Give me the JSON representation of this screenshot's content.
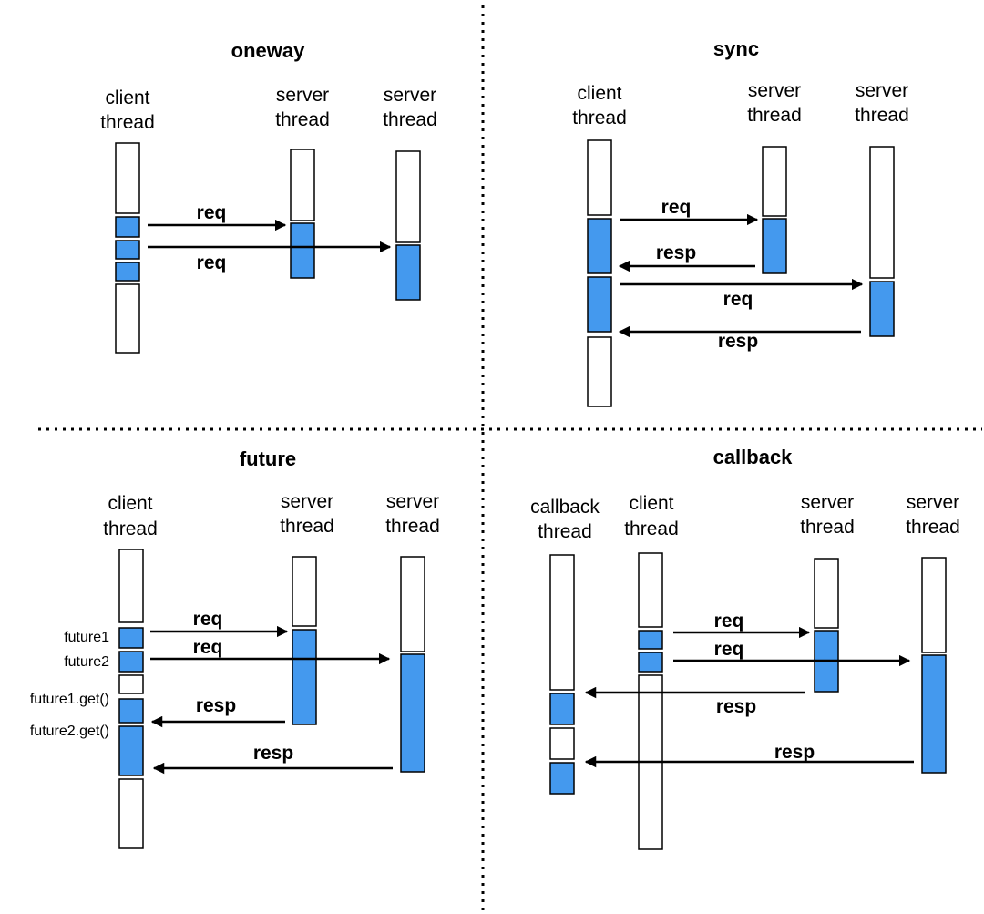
{
  "colors": {
    "active": "#4499ee",
    "idle": "#ffffff",
    "line": "#000000"
  },
  "panels": {
    "oneway": {
      "title": "oneway",
      "client": [
        "client",
        "thread"
      ],
      "server1": [
        "server",
        "thread"
      ],
      "server2": [
        "server",
        "thread"
      ],
      "msg1": "req",
      "msg2": "req"
    },
    "sync": {
      "title": "sync",
      "client": [
        "client",
        "thread"
      ],
      "server1": [
        "server",
        "thread"
      ],
      "server2": [
        "server",
        "thread"
      ],
      "msg1": "req",
      "msg2": "resp",
      "msg3": "req",
      "msg4": "resp"
    },
    "future": {
      "title": "future",
      "client": [
        "client",
        "thread"
      ],
      "server1": [
        "server",
        "thread"
      ],
      "server2": [
        "server",
        "thread"
      ],
      "msg1": "req",
      "msg2": "req",
      "msg3": "resp",
      "msg4": "resp",
      "side1": "future1",
      "side2": "future2",
      "side3": "future1.get()",
      "side4": "future2.get()"
    },
    "callback": {
      "title": "callback",
      "callback_thread": [
        "callback",
        "thread"
      ],
      "client": [
        "client",
        "thread"
      ],
      "server1": [
        "server",
        "thread"
      ],
      "server2": [
        "server",
        "thread"
      ],
      "msg1": "req",
      "msg2": "req",
      "msg3": "resp",
      "msg4": "resp"
    }
  }
}
